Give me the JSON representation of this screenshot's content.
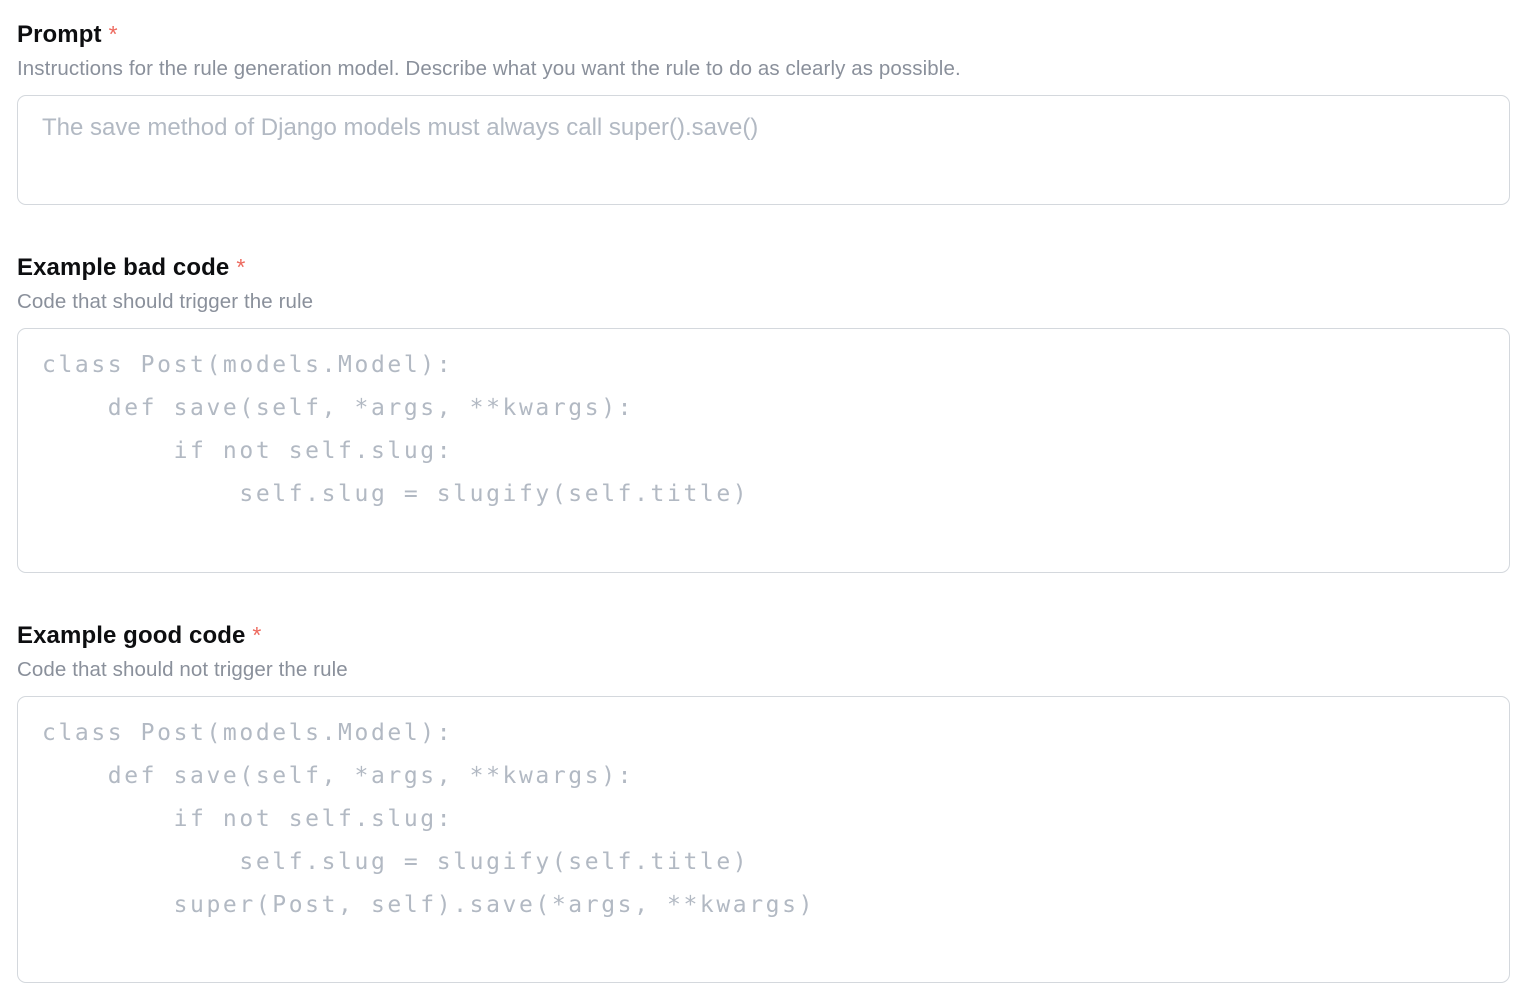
{
  "colors": {
    "required_marker": "#ed695e",
    "label_text": "#0d0e10",
    "description_text": "#8a909b",
    "placeholder_text": "#b2b9c3",
    "input_border": "#d4d8dd",
    "background": "#ffffff"
  },
  "fields": [
    {
      "label": "Prompt",
      "required_marker": "*",
      "description": "Instructions for the rule generation model. Describe what you want the rule to do as clearly as possible.",
      "value": "",
      "placeholder": "The save method of Django models must always call super().save()"
    },
    {
      "label": "Example bad code",
      "required_marker": "*",
      "description": "Code that should trigger the rule",
      "value": "",
      "placeholder": "class Post(models.Model):\n    def save(self, *args, **kwargs):\n        if not self.slug:\n            self.slug = slugify(self.title)"
    },
    {
      "label": "Example good code",
      "required_marker": "*",
      "description": "Code that should not trigger the rule",
      "value": "",
      "placeholder": "class Post(models.Model):\n    def save(self, *args, **kwargs):\n        if not self.slug:\n            self.slug = slugify(self.title)\n        super(Post, self).save(*args, **kwargs)"
    }
  ]
}
